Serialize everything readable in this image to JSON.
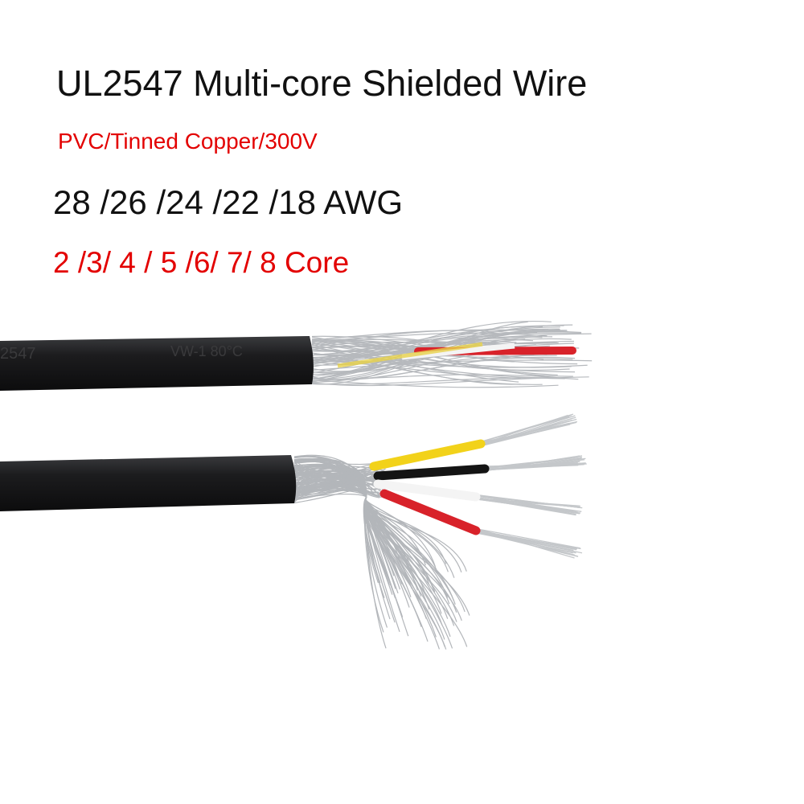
{
  "heading": {
    "title": "UL2547 Multi-core Shielded Wire",
    "subtitle": "PVC/Tinned Copper/300V",
    "awg": "28 /26 /24 /22 /18 AWG",
    "cores": "2 /3/ 4 / 5 /6/ 7/ 8 Core"
  },
  "cable_print": {
    "left": "2547",
    "right": "VW-1  80°C"
  },
  "colors": {
    "text": "#111111",
    "accent": "#e30000",
    "jacket": "#1a1a1c",
    "shield": "#b9bcc0",
    "core_red": "#d8222a",
    "core_yellow": "#f2d21a",
    "core_white": "#f4f4f4",
    "core_black": "#141414"
  }
}
